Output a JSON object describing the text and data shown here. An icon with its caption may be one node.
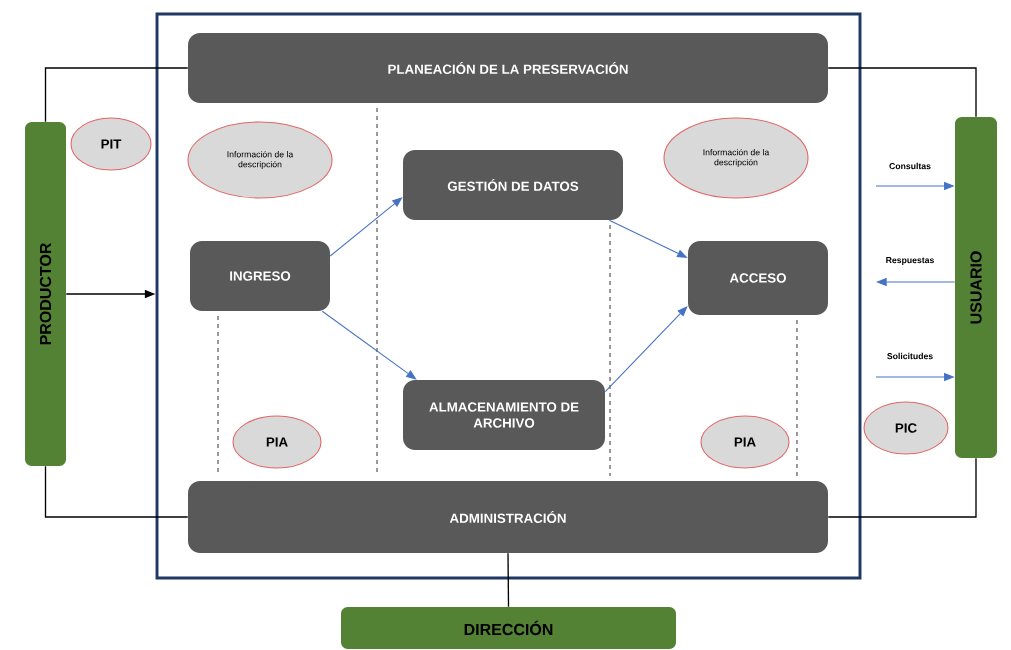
{
  "diagram": {
    "nodes": [
      {
        "text": [],
        "shape": "box"
      },
      {
        "text": [
          "PRODUCTOR"
        ]
      },
      {
        "text": [
          "PIT"
        ]
      },
      {
        "text": [
          "PLANEACIÓN DE LA PRESERVACIÓN"
        ],
        "in": 0
      },
      {
        "text": [
          "Información de la descripción"
        ],
        "in": 0
      },
      {
        "text": [
          "GESTIÓN DE DATOS"
        ],
        "in": 0
      },
      {
        "text": [
          "Información de la descripción"
        ],
        "in": 0
      },
      {
        "text": [
          "INGRESO"
        ],
        "in": 0
      },
      {
        "text": [
          "ACCESO"
        ],
        "in": 0
      },
      {
        "text": [
          "ALMACENAMIENTO DE ARCHIVO"
        ],
        "in": 0
      },
      {
        "text": [
          "PIA"
        ],
        "in": 0
      },
      {
        "text": [
          "PIA"
        ],
        "in": 0
      },
      {
        "text": [
          "ADMINISTRACIÓN"
        ],
        "in": 0
      },
      {
        "text": [
          "USUARIO"
        ]
      },
      {
        "text": [
          "PIC"
        ]
      },
      {
        "text": [
          "DIRECCIÓN"
        ]
      }
    ],
    "edges": [
      {
        "from": 1,
        "to": 3,
        "arrow": "none",
        "color": "#000000"
      },
      {
        "from": 1,
        "to": 0,
        "arrow": "to",
        "color": "#000000"
      },
      {
        "from": 1,
        "to": 12,
        "arrow": "none",
        "color": "#000000"
      },
      {
        "from": 7,
        "to": 5,
        "arrow": "to"
      },
      {
        "from": 7,
        "to": 9,
        "arrow": "to"
      },
      {
        "from": 5,
        "to": 8,
        "arrow": "to"
      },
      {
        "from": 9,
        "to": 8,
        "arrow": "to"
      },
      {
        "from": 13,
        "to": 3,
        "arrow": "none",
        "color": "#000000"
      },
      {
        "from": 13,
        "to": 12,
        "arrow": "none",
        "color": "#000000"
      },
      {
        "from": null,
        "to": 13,
        "arrow": "to",
        "label": "Consultas"
      },
      {
        "from": 13,
        "to": null,
        "arrow": "to",
        "label": "Respuestas"
      },
      {
        "from": null,
        "to": 13,
        "arrow": "to",
        "label": "Solicitudes"
      },
      {
        "from": 12,
        "to": 15,
        "arrow": "none",
        "color": "#000000"
      }
    ]
  }
}
